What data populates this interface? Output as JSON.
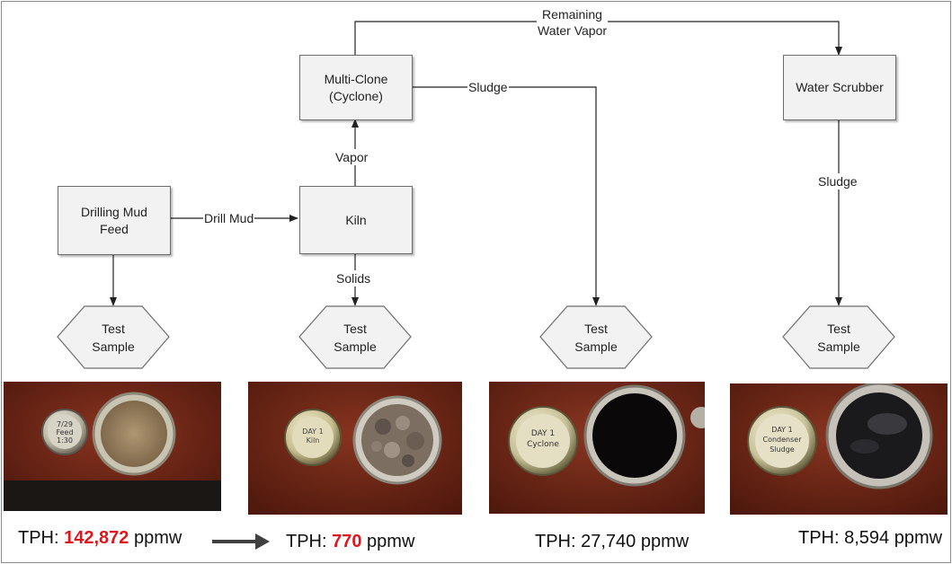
{
  "nodes": {
    "drilling_mud_feed": "Drilling Mud\nFeed",
    "kiln": "Kiln",
    "multi_clone": "Multi-Clone\n(Cyclone)",
    "water_scrubber": "Water Scrubber"
  },
  "edges": {
    "drill_mud": "Drill Mud",
    "vapor": "Vapor",
    "solids": "Solids",
    "sludge_cyclone": "Sludge",
    "remaining_water_vapor": "Remaining\nWater Vapor",
    "sludge_scrubber": "Sludge"
  },
  "test_samples": [
    "Test\nSample",
    "Test\nSample",
    "Test\nSample",
    "Test\nSample"
  ],
  "photo_jar_labels": [
    "7/29\nFeed\n1:30",
    "DAY 1\nKiln",
    "DAY 1\nCyclone",
    "DAY 1\nCondenser\nSludge"
  ],
  "results": [
    {
      "prefix": "TPH: ",
      "value": "142,872",
      "unit": " ppmw",
      "highlight": true
    },
    {
      "prefix": "TPH: ",
      "value": "770",
      "unit": " ppmw",
      "highlight": true
    },
    {
      "prefix": "TPH: ",
      "value": "27,740",
      "unit": " ppmw",
      "highlight": false
    },
    {
      "prefix": "TPH: ",
      "value": "8,594",
      "unit": " ppmw",
      "highlight": false
    }
  ],
  "colors": {
    "box_fill": "#f2f2f2",
    "line": "#222222",
    "table_wood": "#6e2616",
    "highlight_red": "#e0161b"
  }
}
